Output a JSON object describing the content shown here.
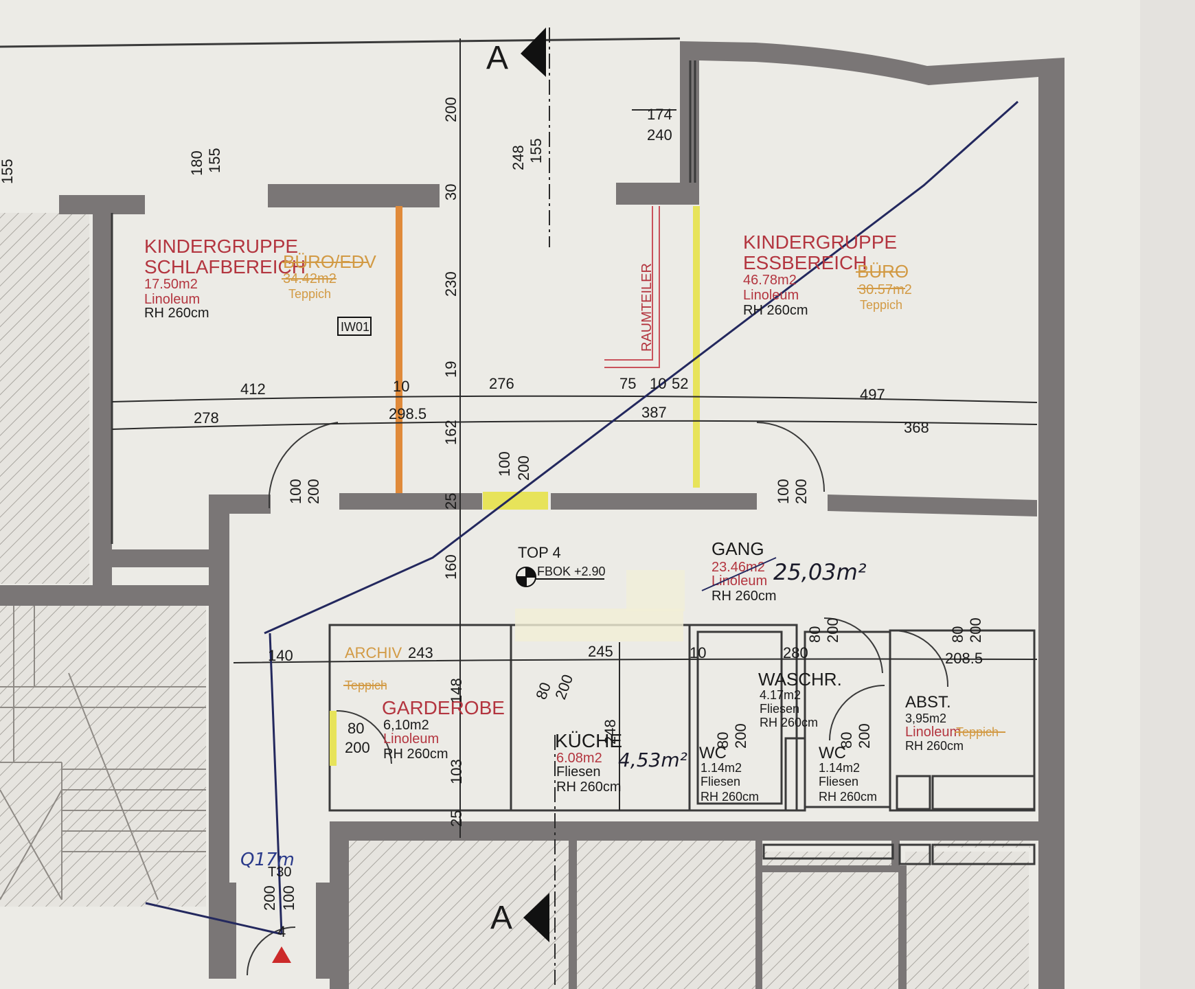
{
  "colors": {
    "wall": "#7a7676",
    "paper": "#ecebe6",
    "room_label": "#b3353f",
    "struck": "#d29a44",
    "pen": "#23285e",
    "yellow": "#e7e35a",
    "orange_wall": "#e08a3a"
  },
  "section_marker": "A",
  "rooms": {
    "schlaf": {
      "name1": "KINDERGRUPPE",
      "name2": "SCHLAFBEREICH",
      "area": "17.50m2",
      "floor": "Linoleum",
      "rh": "RH 260cm",
      "old_name": "BÜRO/EDV",
      "old_area": "34.42m2",
      "old_floor": "Teppich"
    },
    "ess": {
      "name1": "KINDERGRUPPE",
      "name2": "ESSBEREICH",
      "area": "46.78m2",
      "floor": "Linoleum",
      "rh": "RH 260cm",
      "old_name": "BÜRO",
      "old_area": "30.57m2",
      "old_floor": "Teppich"
    },
    "gang": {
      "name": "GANG",
      "area": "23.46m2",
      "floor": "Linoleum",
      "rh": "RH 260cm",
      "handwritten": "25,03m²"
    },
    "top": {
      "label": "TOP 4",
      "fbok": "FBOK +2.90"
    },
    "garderobe": {
      "old_name": "ARCHIV",
      "old_floor": "Teppich",
      "name": "GARDEROBE",
      "area": "6,10m2",
      "floor": "Linoleum",
      "rh": "RH 260cm"
    },
    "kueche": {
      "name": "KÜCHE",
      "area": "6.08m2",
      "floor": "Fliesen",
      "rh": "RH 260cm",
      "handwritten": "4,53m²"
    },
    "waschr": {
      "name": "WASCHR.",
      "area": "4.17m2",
      "floor": "Fliesen",
      "rh": "RH 260cm"
    },
    "wc1": {
      "name": "WC",
      "area": "1.14m2",
      "floor": "Fliesen",
      "rh": "RH 260cm"
    },
    "wc2": {
      "name": "WC",
      "area": "1.14m2",
      "floor": "Fliesen",
      "rh": "RH 260cm"
    },
    "abst": {
      "name": "ABST.",
      "area": "3,95m2",
      "floor": "Linoleum",
      "old_floor": "Teppich",
      "rh": "RH 260cm"
    }
  },
  "tags": {
    "raumteiler": "RAUMTEILER",
    "iw": "IW01",
    "t30": "T30",
    "stair_hand": "Q17m"
  },
  "dims": {
    "d155a": "155",
    "d180": "180",
    "d155b": "155",
    "d200": "200",
    "d248": "248",
    "d155c": "155",
    "d174": "174",
    "d240": "240",
    "d30": "30",
    "d230": "230",
    "d19": "19",
    "d412": "412",
    "d10a": "10",
    "d276": "276",
    "d75": "75",
    "d10b": "10",
    "d52": "52",
    "d497": "497",
    "d278": "278",
    "d2885": "298.5",
    "d387": "387",
    "d368": "368",
    "d162": "162",
    "d100a": "100",
    "d200a": "200",
    "d100b": "100",
    "d200b": "200",
    "d100c": "100",
    "d200c": "200",
    "d25a": "25",
    "d160": "160",
    "d80a": "80",
    "d200d": "200",
    "d80b": "80",
    "d200e": "200",
    "d140": "140",
    "d243": "243",
    "d245": "245",
    "d10c": "10",
    "d280": "280",
    "d2085": "208.5",
    "d148": "148",
    "d80c": "80",
    "d200f": "200",
    "d248b": "248",
    "d80d": "80",
    "d200g": "200",
    "d80e": "80",
    "d200h": "200",
    "d80f": "80",
    "d200i": "200",
    "d103": "103",
    "d25b": "25",
    "d200j": "200",
    "d100d": "100",
    "d4": "4"
  }
}
